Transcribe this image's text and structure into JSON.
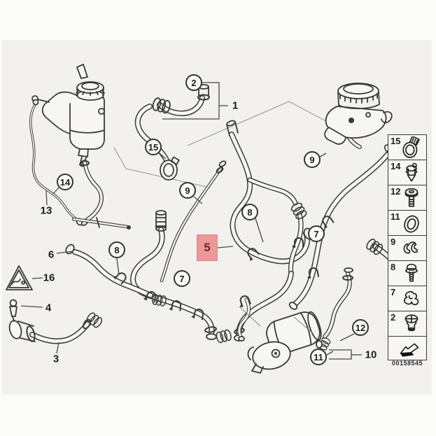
{
  "labels": {
    "p1": "1",
    "p2": "2",
    "p3": "3",
    "p4": "4",
    "p5": "5",
    "p6": "6",
    "p7": "7",
    "p8": "8",
    "p9": "9",
    "p10": "10",
    "p11": "11",
    "p12": "12",
    "p13": "13",
    "p14": "14",
    "p15": "15",
    "p16": "16"
  },
  "highlight": {
    "label": "5",
    "box_color": "#e89a9b",
    "text_color": "#8b1a1c"
  },
  "legend": {
    "rows": [
      {
        "label": "15",
        "icon": "hose-clamp-icon"
      },
      {
        "label": "14",
        "icon": "expanding-rivet-icon"
      },
      {
        "label": "12",
        "icon": "collar-screw-icon"
      },
      {
        "label": "11",
        "icon": "o-ring-icon"
      },
      {
        "label": "9",
        "icon": "wire-clip-icon"
      },
      {
        "label": "8",
        "icon": "washer-screw-icon"
      },
      {
        "label": "7",
        "icon": "spring-clip-icon"
      },
      {
        "label": "2",
        "icon": "blind-plug-icon"
      },
      {
        "label": "",
        "icon": "direction-arrow-icon"
      }
    ],
    "part_number": "00158545"
  },
  "colors": {
    "background": "#f2f1ee",
    "line": "#3a3a3a"
  }
}
